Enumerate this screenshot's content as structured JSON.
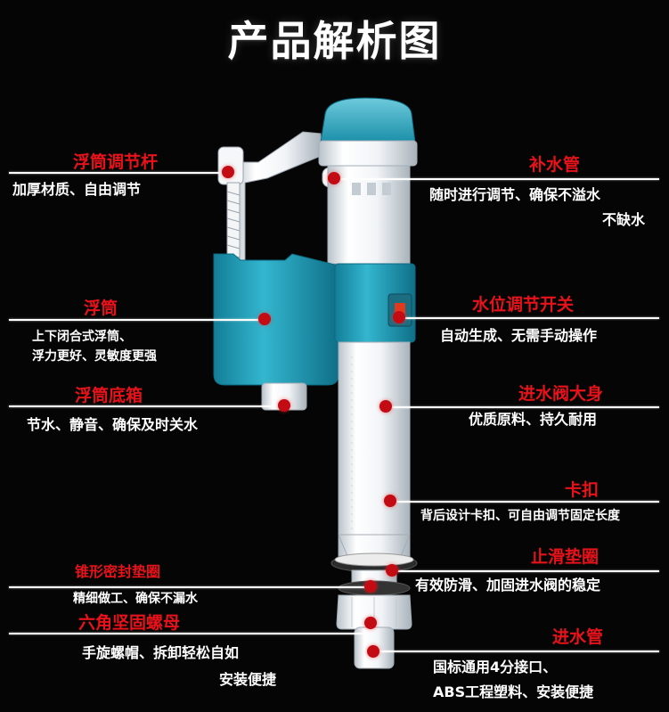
{
  "title": "产品解析图",
  "parts": {
    "float_rod": {
      "title": "浮筒调节杆",
      "desc": "加厚材质、自由调节"
    },
    "refill_tube": {
      "title": "补水管",
      "desc1": "随时进行调节、确保不溢水",
      "desc2": "不缺水"
    },
    "float": {
      "title": "浮筒",
      "desc1": "上下闭合式浮筒、",
      "desc2": "浮力更好、灵敏度更强"
    },
    "level_switch": {
      "title": "水位调节开关",
      "desc": "自动生成、无需手动操作"
    },
    "float_box": {
      "title": "浮筒底箱",
      "desc": "节水、静音、确保及时关水"
    },
    "valve_body": {
      "title": "进水阀大身",
      "desc": "优质原料、持久耐用"
    },
    "clip": {
      "title": "卡扣",
      "desc": "背后设计卡扣、可自由调节固定长度"
    },
    "cone_gasket": {
      "title": "锥形密封垫圈",
      "desc": "精细做工、确保不漏水"
    },
    "anti_slip": {
      "title": "止滑垫圈",
      "desc": "有效防滑、加固进水阀的稳定"
    },
    "hex_nut": {
      "title": "六角坚固螺母",
      "desc1": "手旋螺帽、拆卸轻松自如",
      "desc2": "安装便捷"
    },
    "inlet_pipe": {
      "title": "进水管",
      "desc1": "国标通用4分接口、",
      "desc2": "ABS工程塑料、安装便捷"
    }
  },
  "colors": {
    "accent_red": "#e8121a",
    "teal": "#2a9db5",
    "body_white": "#eef2f5"
  }
}
